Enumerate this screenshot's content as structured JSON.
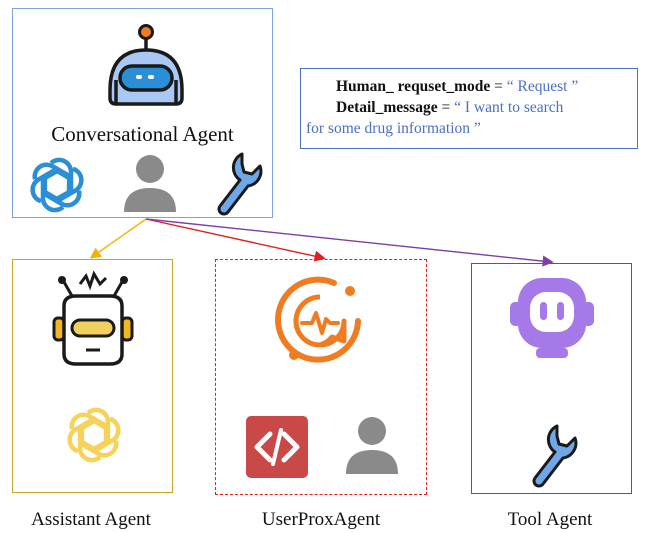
{
  "conversational_agent": {
    "title": "Conversational Agent",
    "icons": [
      "robot-head-icon",
      "openai-logo-icon",
      "user-icon",
      "wrench-icon"
    ]
  },
  "message": {
    "mode_key": "Human_ requset_mode",
    "eq1": " = ",
    "mode_value": "“ Request ”",
    "detail_key": "Detail_message",
    "eq2": " = ",
    "detail_value_part1": "“ I want to search",
    "detail_value_part2": "for some drug information ”"
  },
  "agents": [
    {
      "label": "Assistant Agent",
      "color": "#c9a227",
      "icons": [
        "robot-antenna-icon",
        "openai-logo-icon"
      ]
    },
    {
      "label": "UserProxAgent",
      "color": "#e0201c",
      "icons": [
        "chat-pulse-icon",
        "code-icon",
        "user-icon"
      ]
    },
    {
      "label": "Tool Agent",
      "color": "#7b3fa8",
      "icons": [
        "robot-face-icon",
        "wrench-icon"
      ]
    }
  ],
  "colors": {
    "conv_border": "#7aa3df",
    "arrow_assistant": "#f0b400",
    "arrow_user": "#e0201c",
    "arrow_tool": "#7b3fa8",
    "orange": "#f07c22",
    "purple": "#a57ae8",
    "blue": "#2a8fd6",
    "gray": "#8a8a8a"
  }
}
